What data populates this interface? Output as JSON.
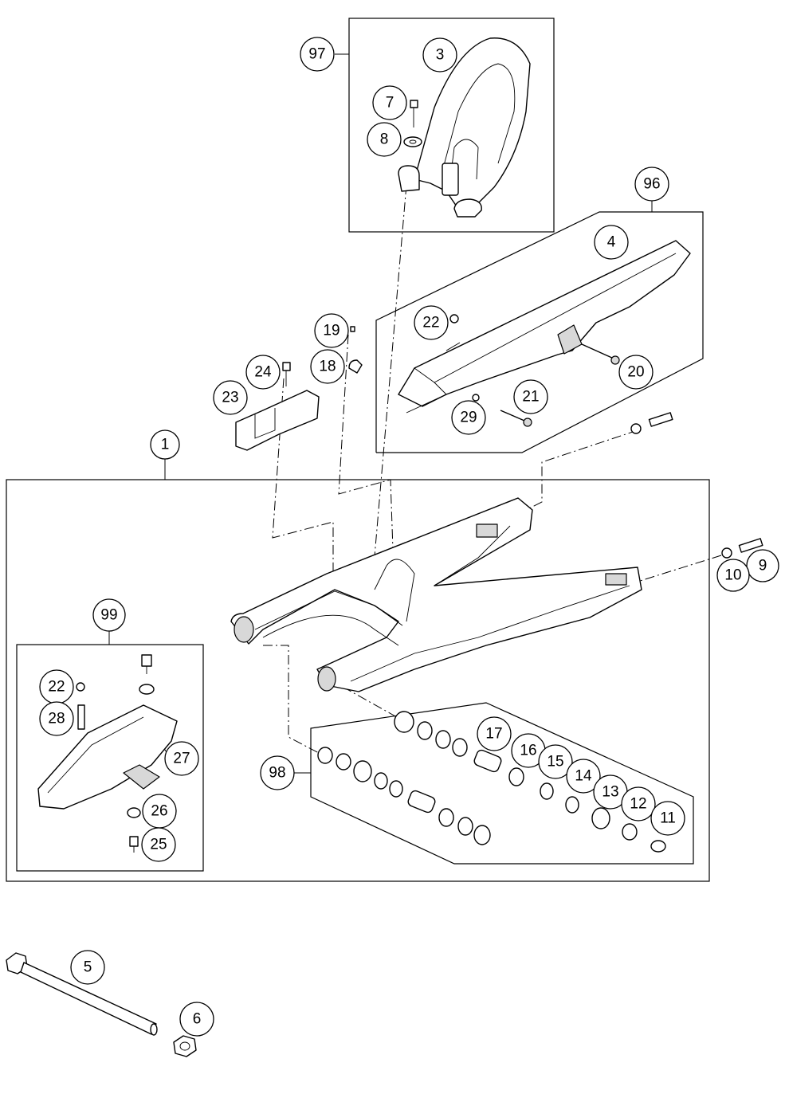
{
  "diagram": {
    "callouts": [
      {
        "id": "97",
        "label": "97"
      },
      {
        "id": "3",
        "label": "3"
      },
      {
        "id": "7",
        "label": "7"
      },
      {
        "id": "8",
        "label": "8"
      },
      {
        "id": "96",
        "label": "96"
      },
      {
        "id": "4",
        "label": "4"
      },
      {
        "id": "22a",
        "label": "22"
      },
      {
        "id": "19",
        "label": "19"
      },
      {
        "id": "18",
        "label": "18"
      },
      {
        "id": "24",
        "label": "24"
      },
      {
        "id": "23",
        "label": "23"
      },
      {
        "id": "20",
        "label": "20"
      },
      {
        "id": "21",
        "label": "21"
      },
      {
        "id": "29",
        "label": "29"
      },
      {
        "id": "1",
        "label": "1"
      },
      {
        "id": "9",
        "label": "9"
      },
      {
        "id": "10",
        "label": "10"
      },
      {
        "id": "99",
        "label": "99"
      },
      {
        "id": "22b",
        "label": "22"
      },
      {
        "id": "28",
        "label": "28"
      },
      {
        "id": "27",
        "label": "27"
      },
      {
        "id": "26",
        "label": "26"
      },
      {
        "id": "25",
        "label": "25"
      },
      {
        "id": "17",
        "label": "17"
      },
      {
        "id": "16",
        "label": "16"
      },
      {
        "id": "15",
        "label": "15"
      },
      {
        "id": "14",
        "label": "14"
      },
      {
        "id": "13",
        "label": "13"
      },
      {
        "id": "12",
        "label": "12"
      },
      {
        "id": "11",
        "label": "11"
      },
      {
        "id": "98",
        "label": "98"
      },
      {
        "id": "5",
        "label": "5"
      },
      {
        "id": "6",
        "label": "6"
      }
    ]
  }
}
